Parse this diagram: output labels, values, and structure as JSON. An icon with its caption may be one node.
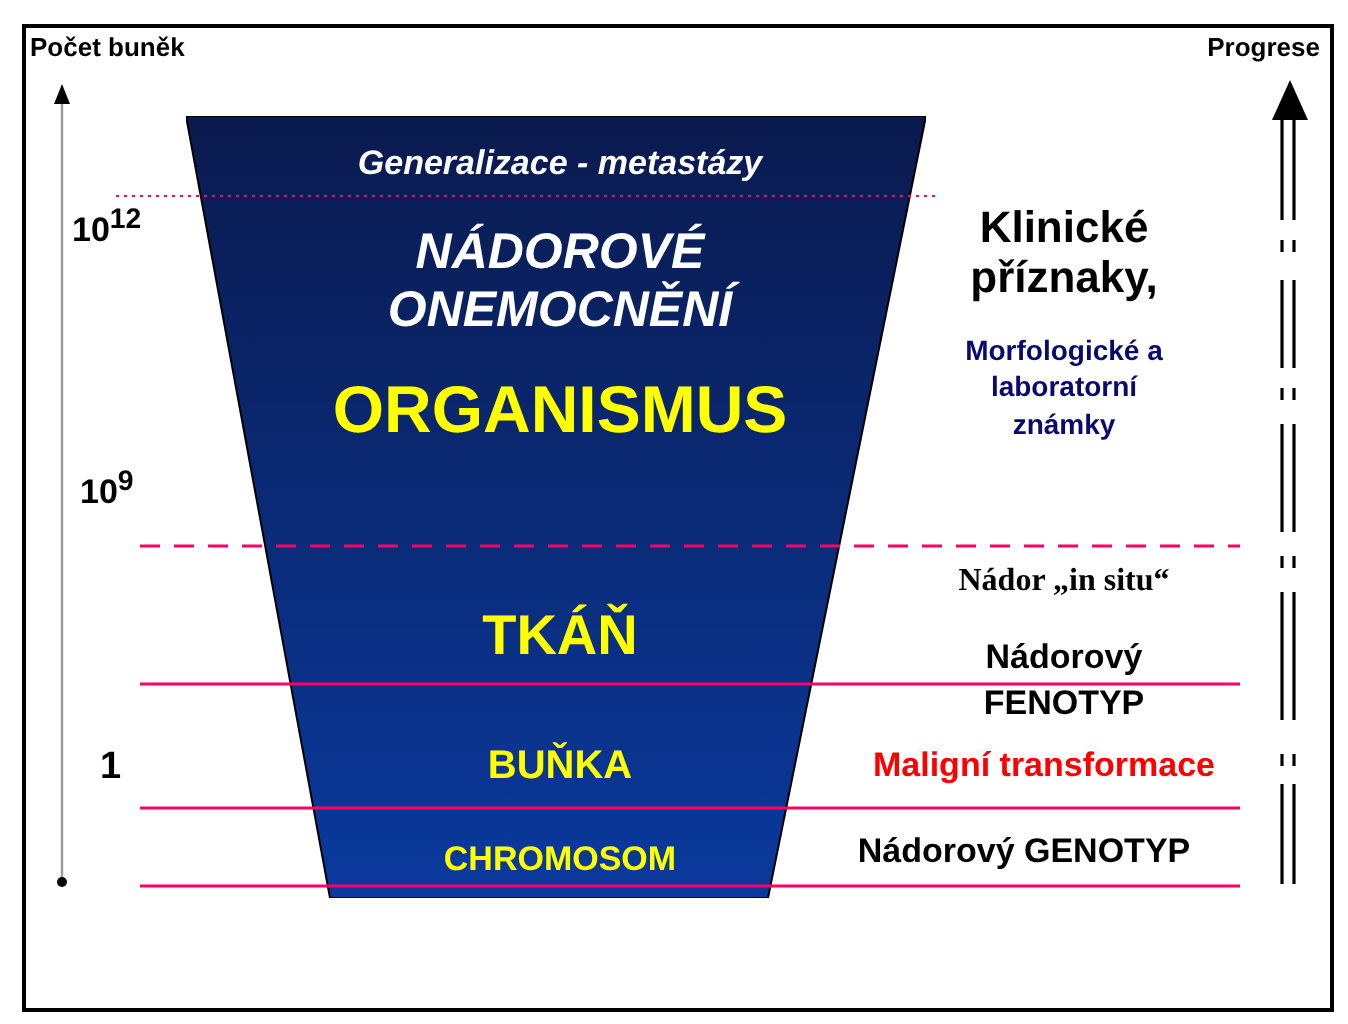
{
  "diagram": {
    "nodes": [
      {
        "text": [
          "Generalizace - metastázy",
          "NÁDOROVÉ ONEMOCNĚNÍ",
          "ORGANISMUS",
          "TKÁŇ",
          "BUŇKA",
          "CHROMOSOM"
        ]
      }
    ],
    "labels": [
      "Počet buněk",
      "Progrese",
      "10$^{12}$",
      "Klinické příznaky,",
      "Morfologické a laboratorní známky",
      "10$^{9}$",
      "Nádor „in situ“",
      "Nádorový FENOTYP",
      "1",
      "Maligní transformace",
      "Nádorový GENOTYP"
    ]
  }
}
